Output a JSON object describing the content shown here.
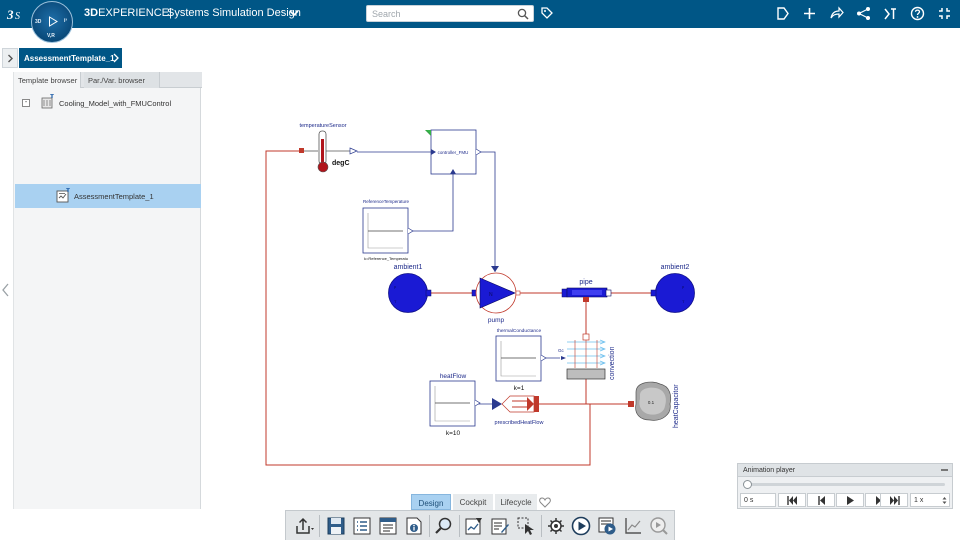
{
  "header": {
    "brand_bold": "3D",
    "brand_rest": "EXPERIENCE",
    "app_name": "Systems Simulation Design",
    "search_placeholder": "Search",
    "compass": {
      "top": "",
      "left": "3D",
      "right": "i³",
      "bottom": "V,R"
    }
  },
  "tabs": {
    "active_tab": "AssessmentTemplate_1"
  },
  "left_panel": {
    "tabs": [
      "Template browser",
      "Par./Var. browser"
    ],
    "tree_root_expander": "-",
    "tree_root": "Cooling_Model_with_FMUControl",
    "tree_child": "AssessmentTemplate_1"
  },
  "diagram": {
    "temperature_sensor": "temperatureSensor",
    "deg_unit": "degC",
    "controller": "controller_FMU",
    "reference_temperature": "ReferenceTemperature",
    "reference_param": "k=Reference_Temperatu",
    "ambient1": "ambient1",
    "ambient2": "ambient2",
    "pump": "pump",
    "pipe": "pipe",
    "thermal_conductance": "thermalConductance",
    "conductance_param": "k=1",
    "convection": "convection",
    "heat_flow": "heatFlow",
    "heat_flow_param": "k=10",
    "prescribed_heat_flow": "prescribedHeatFlow",
    "heat_capacitor": "heatCapacitor",
    "heat_capacitor_value": "0.1",
    "gc_label": "Gc"
  },
  "animation_player": {
    "title": "Animation player",
    "time": "0 s",
    "speed": "1 x"
  },
  "mode_tabs": [
    "Design",
    "Cockpit",
    "Lifecycle"
  ],
  "colors": {
    "header_bg": "#005686",
    "selection": "#a9d1f1",
    "thermal_wire": "#c0392b",
    "fluid_blue": "#1a1ad4",
    "signal_blue": "#2b3a8f"
  }
}
